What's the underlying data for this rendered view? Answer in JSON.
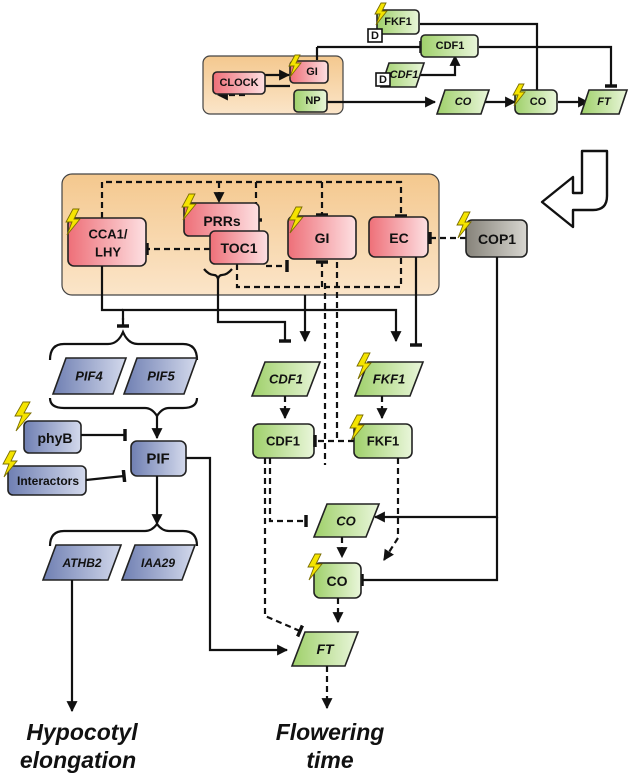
{
  "inset": {
    "fkf1": "FKF1",
    "d_top": "D",
    "cdf1_protein": "CDF1",
    "clock": "CLOCK",
    "gi": "GI",
    "np": "NP",
    "d_cdf1": "D",
    "cdf1_gene": "CDF1",
    "co_gene": "CO",
    "co_protein": "CO",
    "ft_gene": "FT"
  },
  "clock": {
    "cca1_lhy_line1": "CCA1/",
    "cca1_lhy_line2": "LHY",
    "prrs": "PRRs",
    "toc1": "TOC1",
    "gi": "GI",
    "ec": "EC",
    "cop1": "COP1"
  },
  "pif_branch": {
    "pif4": "PIF4",
    "pif5": "PIF5",
    "phyb": "phyB",
    "pif": "PIF",
    "interactors": "Interactors",
    "athb2": "ATHB2",
    "iaa29": "IAA29"
  },
  "flowering_branch": {
    "cdf1_gene": "CDF1",
    "fkf1_gene": "FKF1",
    "cdf1_protein": "CDF1",
    "fkf1_protein": "FKF1",
    "co_gene": "CO",
    "co_protein": "CO",
    "ft_gene": "FT"
  },
  "outputs": {
    "hypocotyl_line1": "Hypocotyl",
    "hypocotyl_line2": "elongation",
    "flowering_line1": "Flowering",
    "flowering_line2": "time"
  },
  "colors": {
    "clock_box": "#f3c27e",
    "red_node": "#f08b93",
    "green_node": "#b9de8b",
    "blue_node": "#8796bf",
    "gray_node": "#9c9a92",
    "bolt": "#f5e400"
  }
}
